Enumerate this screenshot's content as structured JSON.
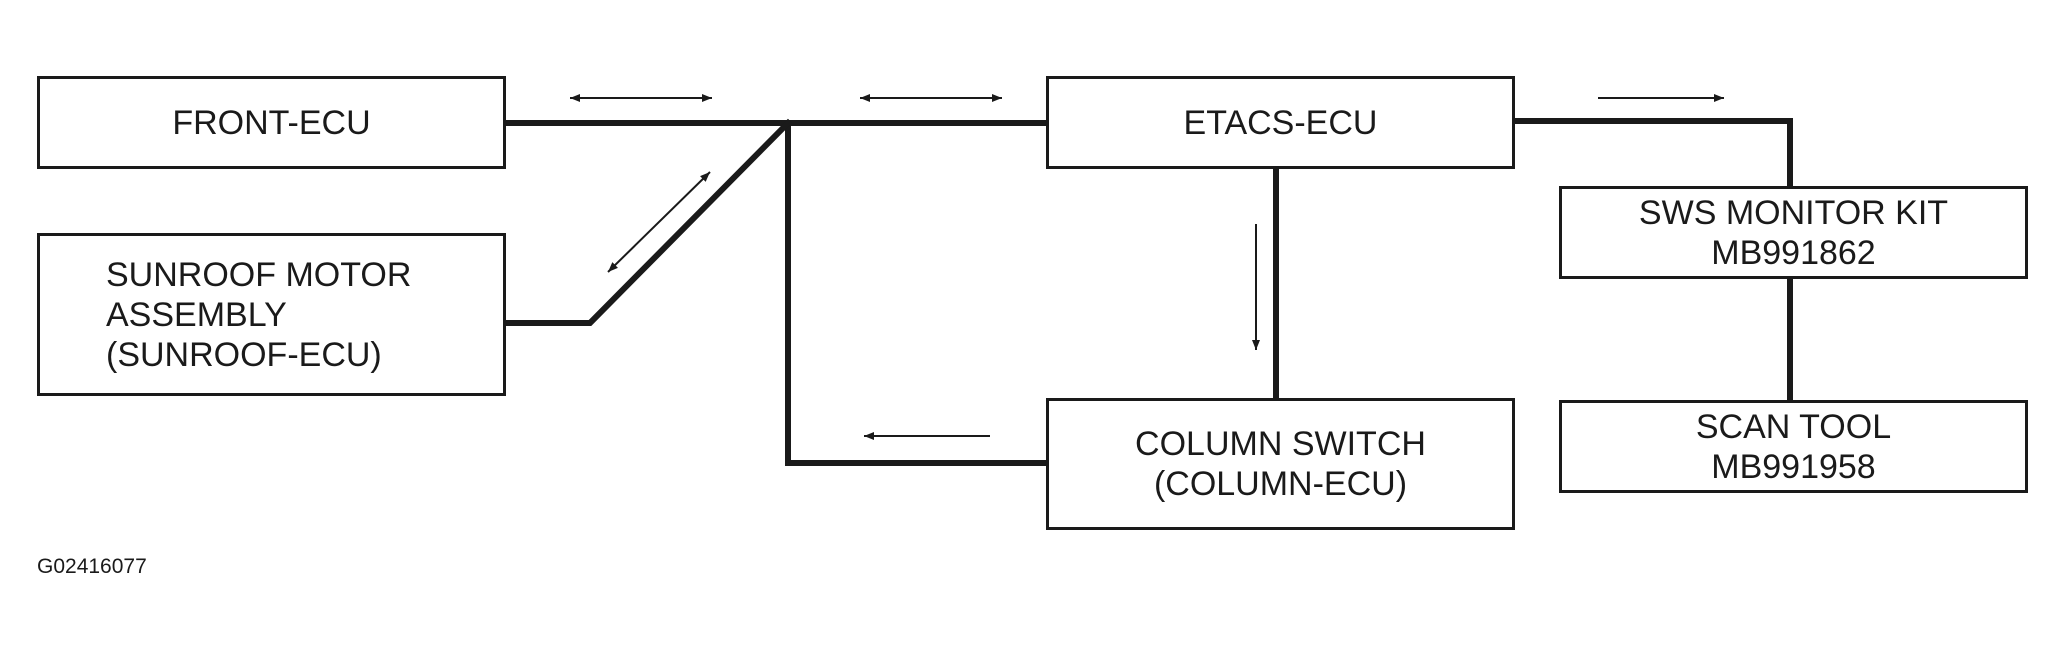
{
  "boxes": {
    "front_ecu": {
      "lines": [
        "FRONT-ECU"
      ]
    },
    "sunroof": {
      "lines": [
        "SUNROOF MOTOR",
        "ASSEMBLY",
        "(SUNROOF-ECU)"
      ]
    },
    "etacs_ecu": {
      "lines": [
        "ETACS-ECU"
      ]
    },
    "column_switch": {
      "lines": [
        "COLUMN SWITCH",
        "(COLUMN-ECU)"
      ]
    },
    "sws_monitor": {
      "lines": [
        "SWS MONITOR KIT",
        "MB991862"
      ]
    },
    "scan_tool": {
      "lines": [
        "SCAN TOOL",
        "MB991958"
      ]
    }
  },
  "figure_id": "G02416077",
  "flows": [
    {
      "from": "FRONT-ECU",
      "to": "bus",
      "direction": "bidirectional"
    },
    {
      "from": "bus",
      "to": "ETACS-ECU",
      "direction": "bidirectional"
    },
    {
      "from": "SUNROOF MOTOR ASSEMBLY",
      "to": "bus",
      "direction": "bidirectional"
    },
    {
      "from": "ETACS-ECU",
      "to": "COLUMN SWITCH",
      "direction": "one-way"
    },
    {
      "from": "COLUMN SWITCH",
      "to": "bus",
      "direction": "one-way"
    },
    {
      "from": "ETACS-ECU",
      "to": "SWS MONITOR KIT",
      "direction": "one-way"
    }
  ]
}
